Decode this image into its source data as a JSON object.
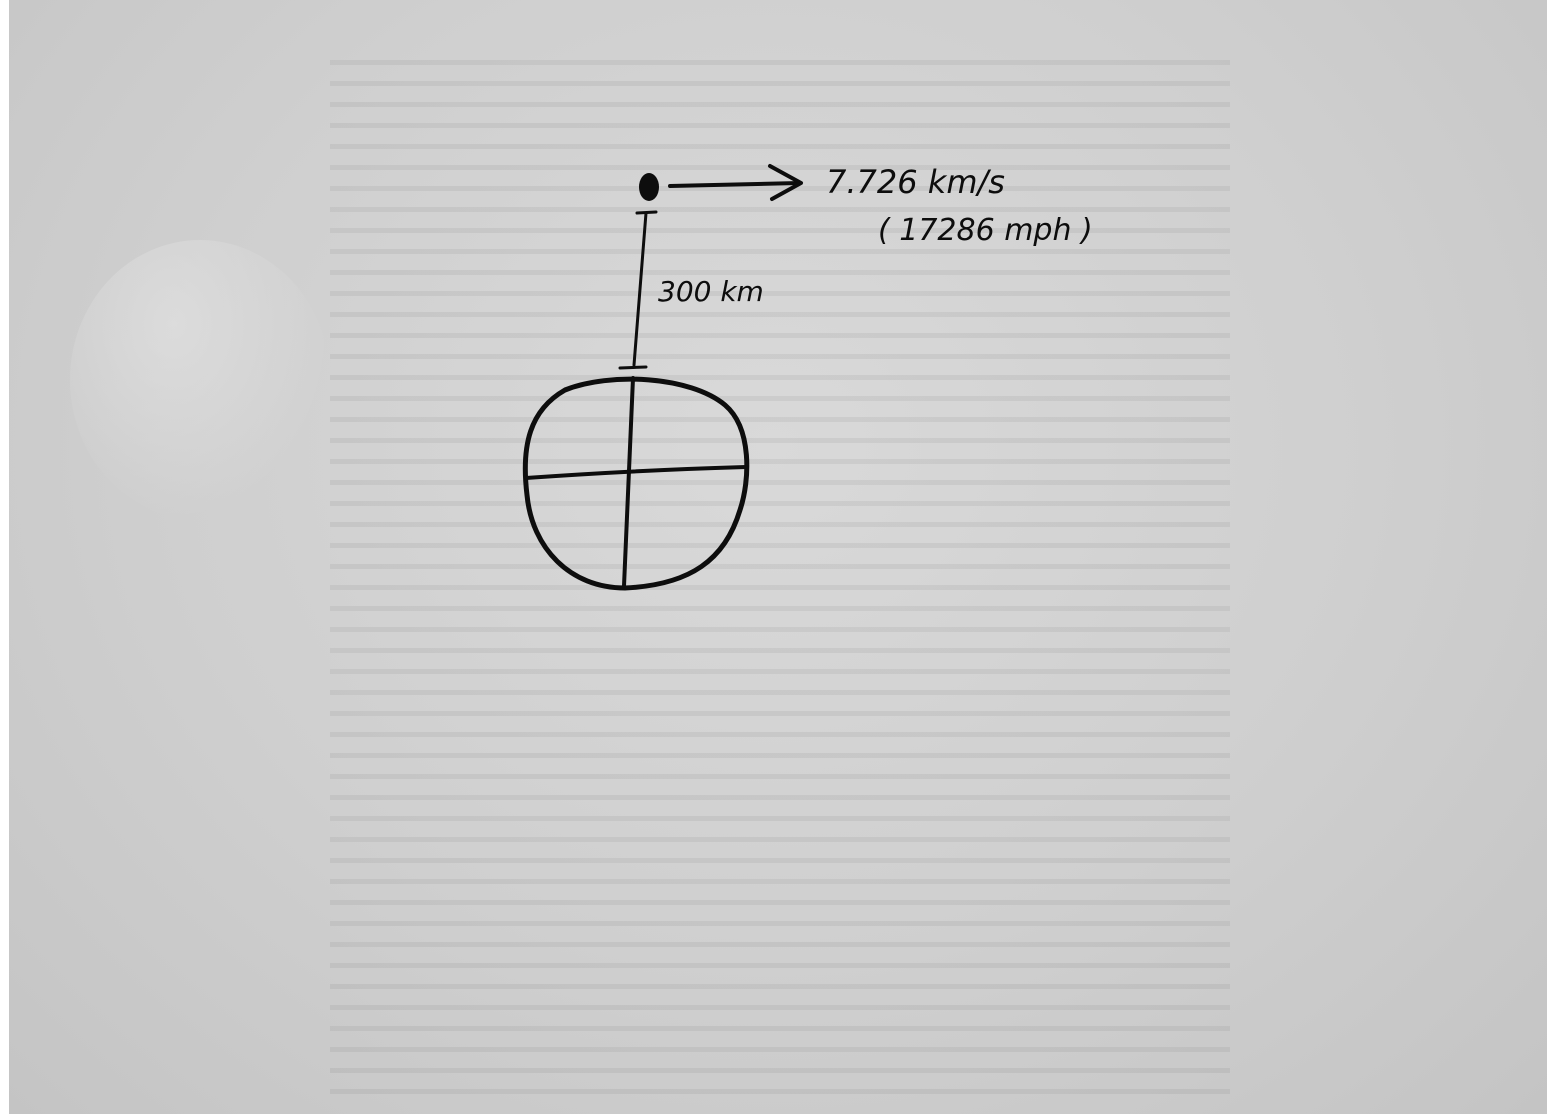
{
  "diagram": {
    "velocity_label": "7.726 km/s",
    "velocity_mph_label": "( 17286 mph )",
    "altitude_label": "300 km"
  },
  "colors": {
    "paper": "#d0d0d0",
    "ink": "#0d0d0d"
  }
}
